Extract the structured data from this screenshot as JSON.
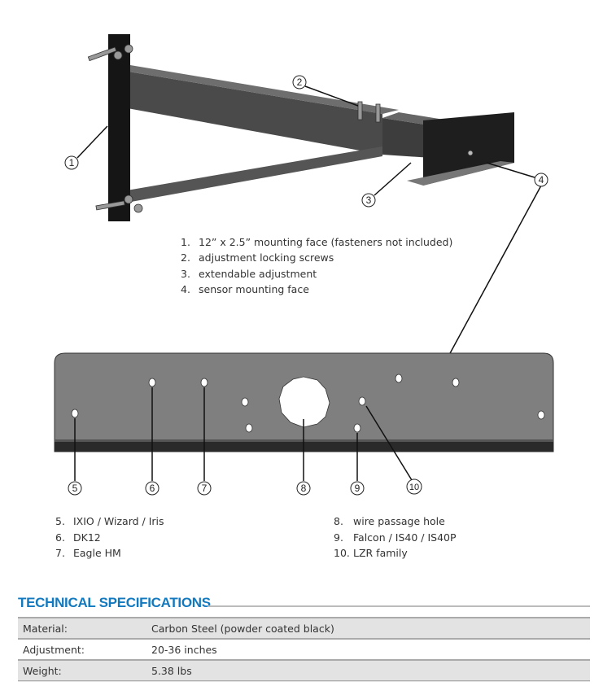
{
  "callouts": [
    "1",
    "2",
    "3",
    "4",
    "5",
    "6",
    "7",
    "8",
    "9",
    "10"
  ],
  "upper_legend": [
    {
      "n": "1.",
      "text": "12” x 2.5” mounting face (fasteners not included)"
    },
    {
      "n": "2.",
      "text": "adjustment locking screws"
    },
    {
      "n": "3.",
      "text": "extendable adjustment"
    },
    {
      "n": "4.",
      "text": "sensor mounting face"
    }
  ],
  "lower_legend_left": [
    {
      "n": "5.",
      "text": "IXIO / Wizard / Iris"
    },
    {
      "n": "6.",
      "text": "DK12"
    },
    {
      "n": "7.",
      "text": "Eagle HM"
    }
  ],
  "lower_legend_right": [
    {
      "n": "8.",
      "text": "wire passage hole"
    },
    {
      "n": "9.",
      "text": "Falcon / IS40 / IS40P"
    },
    {
      "n": "10.",
      "text": "LZR family"
    }
  ],
  "specs": {
    "title": "TECHNICAL SPECIFICATIONS",
    "accent": "#1379bf",
    "rows": [
      {
        "label": "Material:",
        "value": "Carbon Steel (powder coated black)"
      },
      {
        "label": "Adjustment:",
        "value": "20-36 inches"
      },
      {
        "label": "Weight:",
        "value": "5.38 lbs"
      }
    ]
  }
}
